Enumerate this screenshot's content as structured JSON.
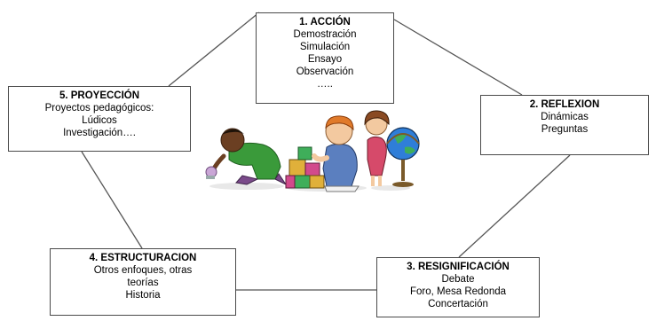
{
  "diagram": {
    "nodes": [
      {
        "id": "accion",
        "title": "1. ACCIÓN",
        "lines": [
          "Demostración",
          "Simulación",
          "Ensayo",
          "Observación",
          "….."
        ]
      },
      {
        "id": "reflexion",
        "title": "2. REFLEXION",
        "lines": [
          "Dinámicas",
          "Preguntas"
        ]
      },
      {
        "id": "resignificacion",
        "title": "3. RESIGNIFICACIÓN",
        "lines": [
          "Debate",
          "Foro, Mesa Redonda",
          "Concertación"
        ]
      },
      {
        "id": "estructuracion",
        "title": "4. ESTRUCTURACION",
        "lines": [
          "Otros enfoques, otras",
          "teorías",
          "Historia"
        ]
      },
      {
        "id": "proyeccion",
        "title": "5. PROYECCIÓN",
        "lines": [
          "Proyectos  pedagógicos:",
          "Lúdicos",
          "Investigación…."
        ]
      }
    ],
    "illustration": "children-playing-with-blocks-and-globe",
    "colors": {
      "border": "#4a4a4a",
      "connector": "#555555"
    }
  }
}
